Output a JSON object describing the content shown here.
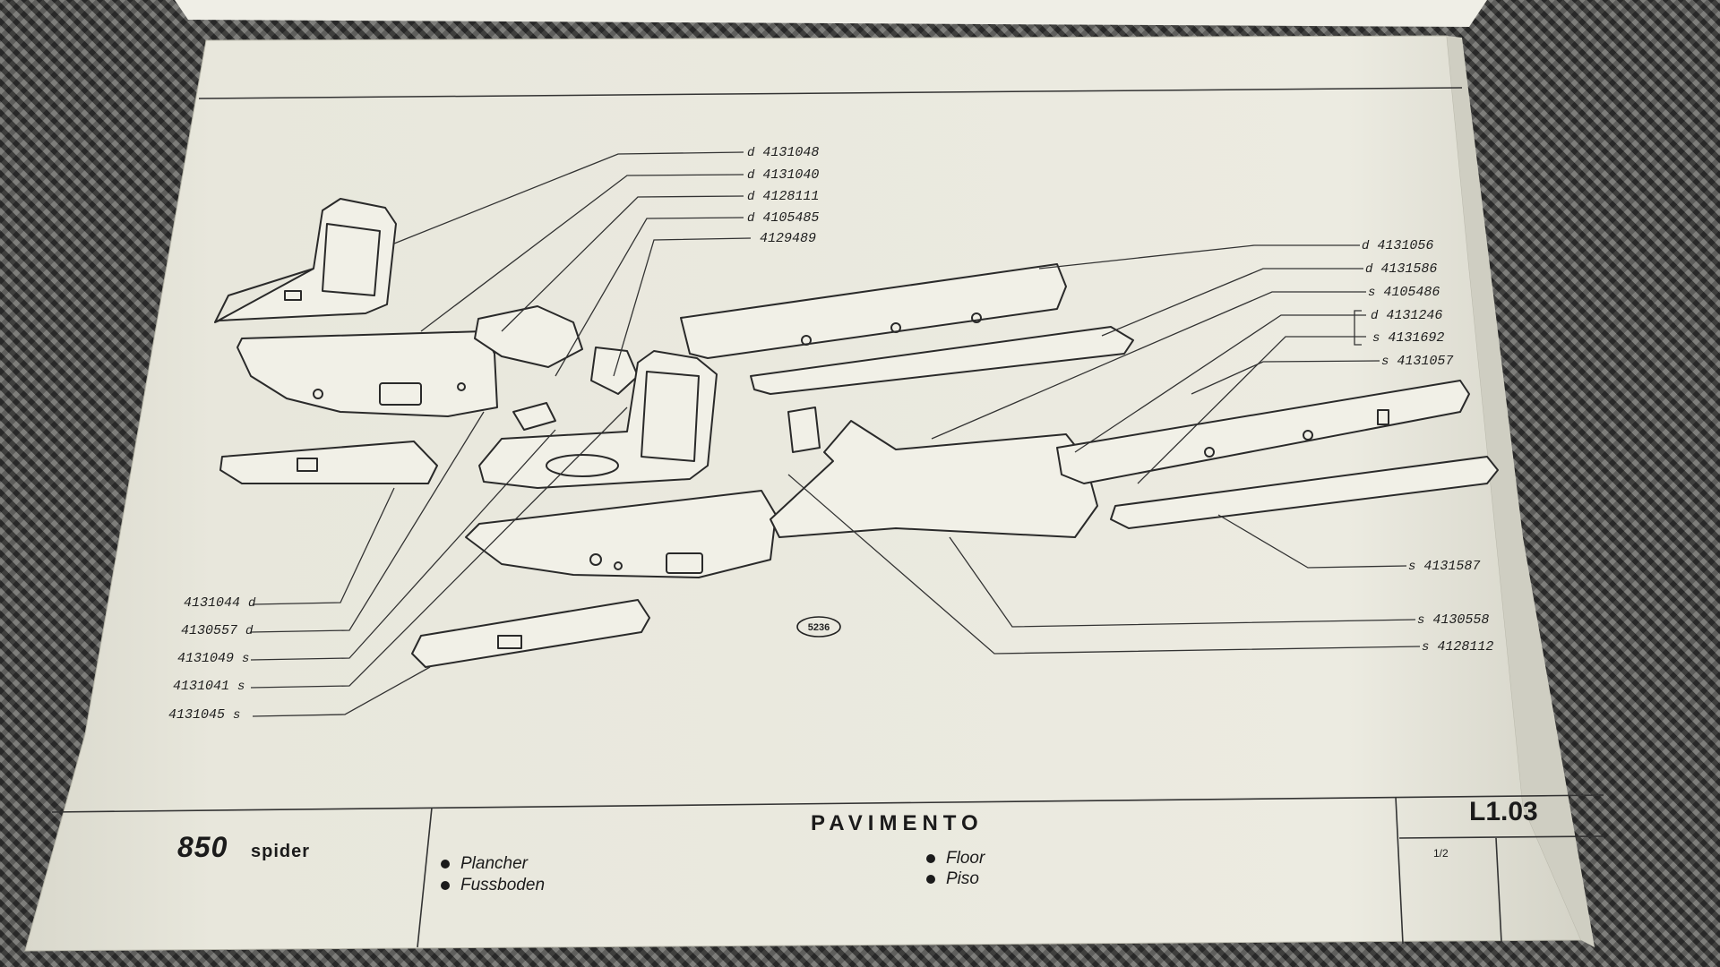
{
  "callouts_top": [
    {
      "side": "d",
      "number": "4131048"
    },
    {
      "side": "d",
      "number": "4131040"
    },
    {
      "side": "d",
      "number": "4128111"
    },
    {
      "side": "d",
      "number": "4105485"
    },
    {
      "side": "",
      "number": "4129489"
    }
  ],
  "callouts_right": [
    {
      "side": "d",
      "number": "4131056"
    },
    {
      "side": "d",
      "number": "4131586"
    },
    {
      "side": "s",
      "number": "4105486"
    },
    {
      "side": "d",
      "number": "4131246"
    },
    {
      "side": "s",
      "number": "4131692"
    },
    {
      "side": "s",
      "number": "4131057"
    },
    {
      "side": "s",
      "number": "4131587"
    },
    {
      "side": "s",
      "number": "4130558"
    },
    {
      "side": "s",
      "number": "4128112"
    }
  ],
  "callouts_left": [
    {
      "number": "4131044",
      "side": "d"
    },
    {
      "number": "4130557",
      "side": "d"
    },
    {
      "number": "4131049",
      "side": "s"
    },
    {
      "number": "4131041",
      "side": "s"
    },
    {
      "number": "4131045",
      "side": "s"
    }
  ],
  "figure_badge": "5236",
  "title_block": {
    "model_number": "850",
    "model_name": "spider",
    "title": "PAVIMENTO",
    "code": "L1.03",
    "sheet": "1/2",
    "translations": {
      "fr": "Plancher",
      "de": "Fussboden",
      "en": "Floor",
      "es": "Piso"
    }
  },
  "colors": {
    "paper": "#ebeade",
    "ink": "#1e1e1e",
    "background": "#5e5e5c"
  }
}
